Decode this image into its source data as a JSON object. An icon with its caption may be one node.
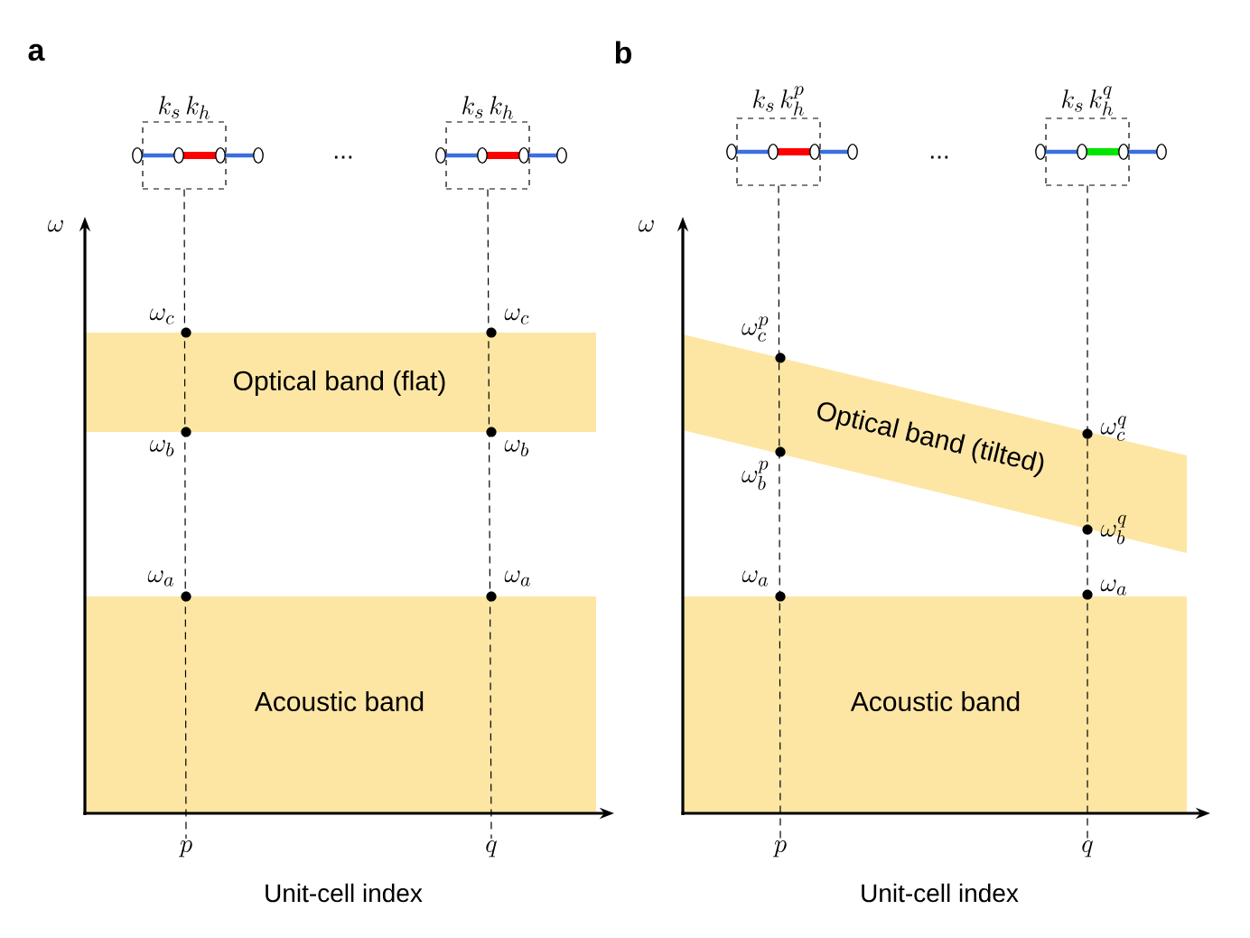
{
  "diagram": {
    "nodes": [
      {
        "text": [
          "k_s\\, k_h"
        ]
      },
      {
        "text": [
          "k_s\\, k_h"
        ]
      },
      {
        "text": [
          "Optical band (flat)"
        ]
      },
      {
        "text": [
          "Acoustic band"
        ]
      },
      {
        "text": [
          "p"
        ]
      },
      {
        "text": [
          "q"
        ]
      },
      {
        "text": [
          "k_s\\, k_h^p"
        ]
      },
      {
        "text": [
          "k_s\\, k_h^q"
        ]
      },
      {
        "text": [
          "Optical band (tilted)"
        ]
      },
      {
        "text": [
          "Acoustic band"
        ]
      },
      {
        "text": [
          "p"
        ]
      },
      {
        "text": [
          "q"
        ]
      }
    ],
    "edges": [
      {
        "from": 0,
        "to": 4,
        "arrow": "none",
        "style": "dashed"
      },
      {
        "from": 1,
        "to": 5,
        "arrow": "none",
        "style": "dashed"
      },
      {
        "from": 6,
        "to": 10,
        "arrow": "none",
        "style": "dashed"
      },
      {
        "from": 7,
        "to": 11,
        "arrow": "none",
        "style": "dashed"
      }
    ],
    "labels": [
      "a",
      "...",
      "\\omega",
      "\\omega_c",
      "\\omega_c",
      "\\omega_b",
      "\\omega_b",
      "\\omega_a",
      "\\omega_a",
      "Unit-cell index",
      "b",
      "...",
      "\\omega",
      "\\omega_c^p",
      "\\omega_c^q",
      "\\omega_b^p",
      "\\omega_b^q",
      "\\omega_a",
      "\\omega_a",
      "Unit-cell index"
    ]
  }
}
